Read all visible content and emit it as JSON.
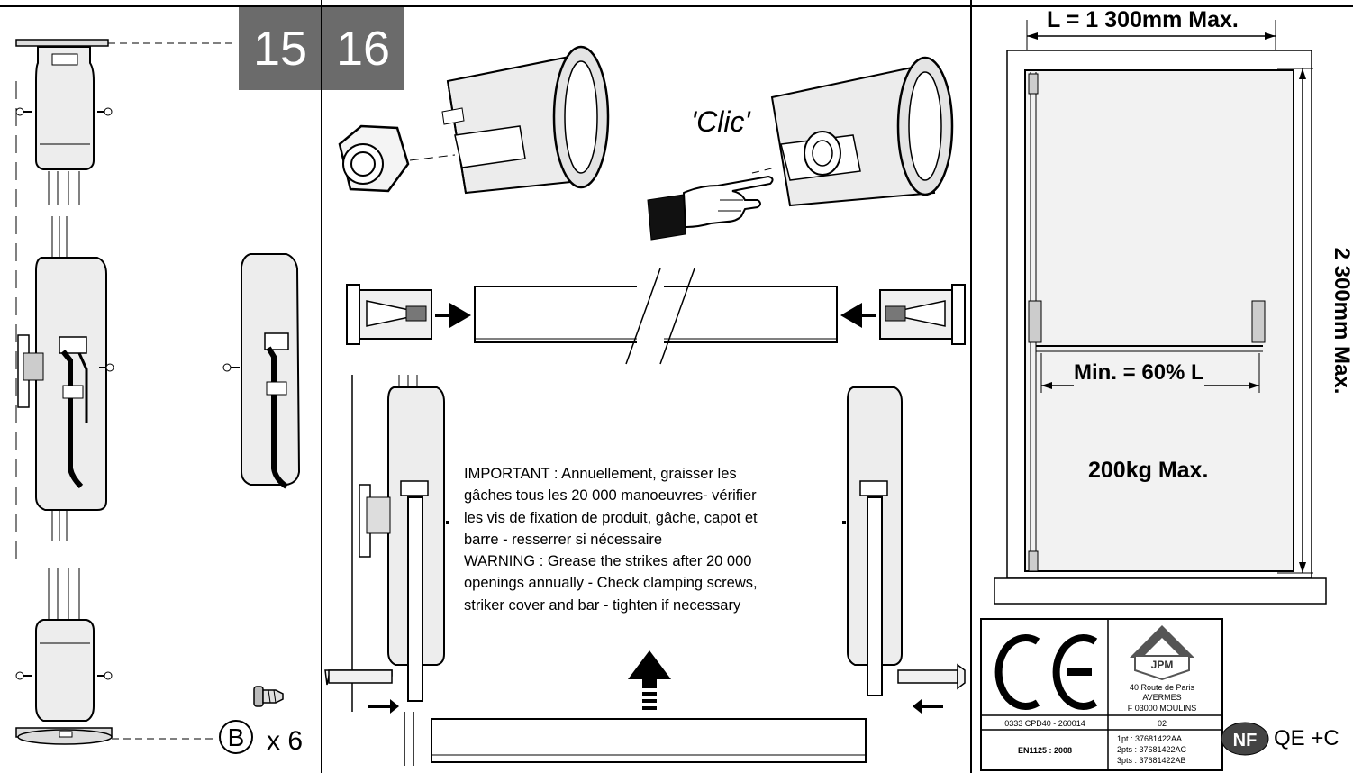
{
  "steps": {
    "left": "15",
    "right": "16"
  },
  "panel15": {
    "screws": "B",
    "screws_count": "x 6"
  },
  "panel16": {
    "clic": "'Clic'",
    "note": {
      "fr": [
        "IMPORTANT : Annuellement, graisser les",
        "gâches tous les 20 000 manoeuvres- vérifier",
        "les vis de fixation de produit, gâche, capot et",
        "barre - resserrer si nécessaire"
      ],
      "en": [
        "WARNING : Grease the strikes after 20 000",
        "openings annually - Check clamping screws,",
        "striker cover and bar - tighten if necessary"
      ]
    }
  },
  "panel17": {
    "width_limit": "L = 1 300mm Max.",
    "height_limit": "2 300mm Max.",
    "min_bar": "Min. = 60% L",
    "load": "200kg Max.",
    "cert": {
      "ce_mark": "CE",
      "brand": "JPM",
      "address": [
        "40 Route de Paris",
        "AVERMES",
        "F 03000 MOULINS"
      ],
      "cpd": "0333 CPD40 - 260014",
      "cpd_num": "02",
      "norm": "EN1125 : 2008",
      "refs": [
        "1pt : 37681422AA",
        "2pts : 37681422AC",
        "3pts : 37681422AB"
      ]
    },
    "nf_logo": "NF",
    "nf_text": "QE +C"
  },
  "colors": {
    "step_bg": "#6b6b6b",
    "ink": "#000000",
    "device_fill": "#ededed",
    "door_fill": "#f2f2f2"
  }
}
